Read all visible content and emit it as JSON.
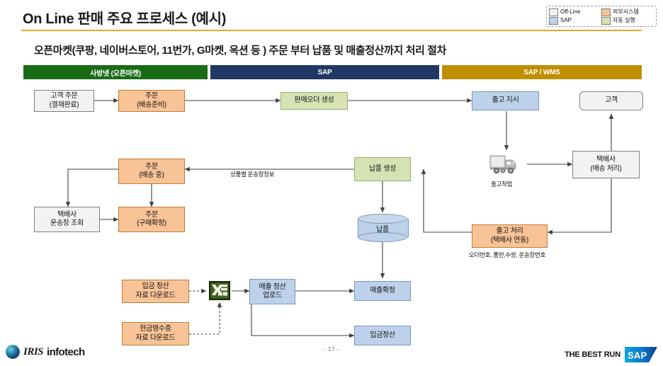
{
  "slide": {
    "title": "On Line 판매 주요 프로세스 (예시)",
    "subtitle": "오픈마켓(쿠팡, 네이버스토어, 11번가, G마켓, 옥션 등 ) 주문 부터  납품 및 매출정산까지 처리 절차",
    "page_number": "- 17 -",
    "accent_color": "#E8A72A"
  },
  "legend": {
    "items": [
      {
        "label": "Off-Line",
        "color": "#F2F2F2"
      },
      {
        "label": "외부시스템",
        "color": "#F8C396"
      },
      {
        "label": "SAP",
        "color": "#BDD2EA"
      },
      {
        "label": "자동 실행",
        "color": "#D6E2B4"
      }
    ]
  },
  "lanes": [
    {
      "label": "사방넷 (오픈마켓)",
      "color": "#1A6B17"
    },
    {
      "label": "SAP",
      "color": "#1F3864"
    },
    {
      "label": "SAP / WMS",
      "color": "#BF8F00"
    }
  ],
  "nodes": {
    "customer_order": {
      "line1": "고객 주문",
      "line2": "(결재완료)",
      "type": "Off-Line"
    },
    "order_ready": {
      "line1": "주문",
      "line2": "(배송준비)",
      "type": "외부시스템"
    },
    "sales_order_create": {
      "line1": "판매오더 생성",
      "line2": "",
      "type": "자동 실행"
    },
    "goods_issue_order": {
      "line1": "출고 지시",
      "line2": "",
      "type": "SAP"
    },
    "customer": {
      "line1": "고객",
      "line2": "",
      "type": "Off-Line"
    },
    "order_shipping": {
      "line1": "주문",
      "line2": "(배송 중)",
      "type": "외부시스템"
    },
    "delivery_create": {
      "line1": "납품 생성",
      "line2": "",
      "type": "자동 실행"
    },
    "courier_shipping": {
      "line1": "택배사",
      "line2": "(배송 처리)",
      "type": "Off-Line"
    },
    "courier_lookup": {
      "line1": "택배사",
      "line2": "운송장 조회",
      "type": "Off-Line"
    },
    "order_confirmed": {
      "line1": "주문",
      "line2": "(구매확정)",
      "type": "외부시스템"
    },
    "delivery_db": {
      "line1": "납품",
      "line2": "",
      "type": "SAP"
    },
    "goods_issue_process": {
      "line1": "출고 처리",
      "line2": "(택배사 연동)",
      "type": "외부시스템"
    },
    "deposit_download": {
      "line1": "입금 정산",
      "line2": "자료 다운로드",
      "type": "외부시스템"
    },
    "cash_receipt_download": {
      "line1": "현금영수증",
      "line2": "자료 다운로드",
      "type": "외부시스템"
    },
    "sales_upload": {
      "line1": "매출 정산",
      "line2": "업로드",
      "type": "SAP"
    },
    "sales_confirm": {
      "line1": "매출확정",
      "line2": "",
      "type": "SAP"
    },
    "deposit_settle": {
      "line1": "입금정산",
      "line2": "",
      "type": "SAP"
    }
  },
  "captions": {
    "waybill_info": "상품별 운송장정보",
    "shipping_work": "출고작업",
    "issue_fields": "오더번호, 품번,수량, 운송장번호"
  },
  "footer": {
    "company_italic": "IRIS",
    "company_bold": "infotech",
    "sap_tagline": "THE BEST RUN",
    "sap_logo_text": "SAP"
  }
}
